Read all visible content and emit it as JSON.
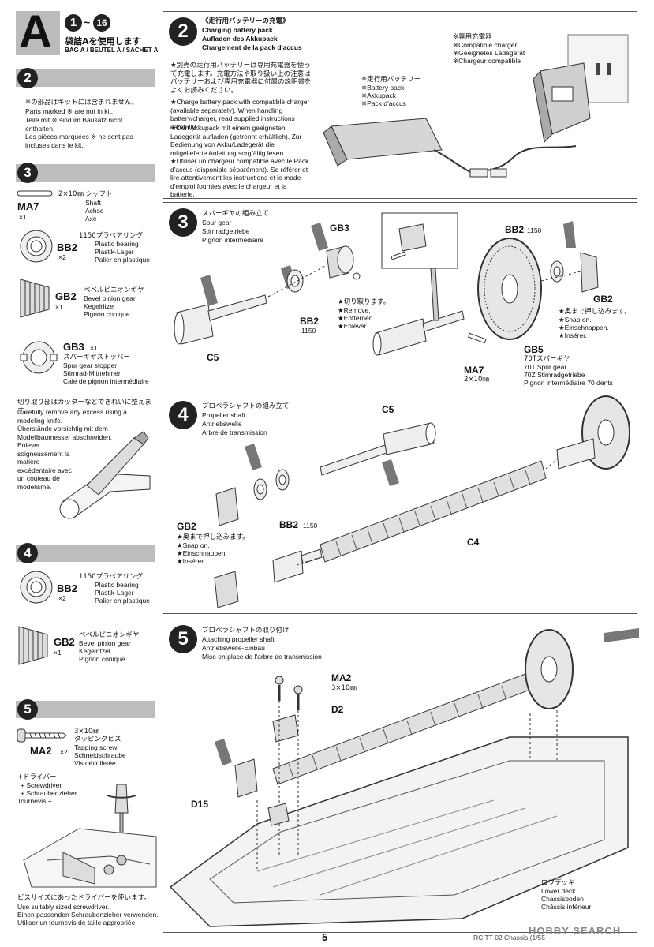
{
  "header": {
    "bag_letter": "A",
    "step_from": "1",
    "step_to": "16",
    "bag_jp": "袋詰Aを使用します",
    "bag_multi": "BAG A / BEUTEL A / SACHET A"
  },
  "left": {
    "s2": {
      "num": "2",
      "note_jp": "※の部品はキットには含まれません。",
      "note_en": "Parts marked ※ are not in kit.",
      "note_de": "Teile mit ※ sind im Bausatz nicht enthalten.",
      "note_fr": "Les pièces marquées ※ ne sont pas incluses dans le kit."
    },
    "s3": {
      "num": "3",
      "ma7": {
        "code": "MA7",
        "qty": "×1",
        "size": "2×10㎜ シャフト",
        "en": "Shaft",
        "de": "Achse",
        "fr": "Axe"
      },
      "bb2": {
        "code": "BB2",
        "qty": "×2",
        "jp": "1150プラベアリング",
        "en": "Plastic bearing",
        "de": "Plastik-Lager",
        "fr": "Palier en plastique"
      },
      "gb2": {
        "code": "GB2",
        "qty": "×1",
        "jp": "ベベルピニオンギヤ",
        "en": "Bevel pinion gear",
        "de": "Kegelritzel",
        "fr": "Pignon conique"
      },
      "gb3": {
        "code": "GB3",
        "qty": "×1",
        "jp": "スパーギヤストッパー",
        "en": "Spur gear stopper",
        "de": "Stirnrad-Mitnehmer",
        "fr": "Cale de pignon intermédiaire"
      }
    },
    "trim": {
      "jp": "切り取り部はカッターなどできれいに整えます。",
      "en": "Carefully remove any excess using a modeling knife.",
      "de": "Überstände vorsichtig mit dem Modellbaumesser abschneiden.",
      "fr": "Enlever soigneusement la matière excédentaire avec un couteau de modélisme."
    },
    "s4": {
      "num": "4",
      "bb2": {
        "code": "BB2",
        "qty": "×2",
        "jp": "1150プラベアリング",
        "en": "Plastic bearing",
        "de": "Plastik-Lager",
        "fr": "Palier en plastique"
      },
      "gb2": {
        "code": "GB2",
        "qty": "×1",
        "jp": "ベベルピニオンギヤ",
        "en": "Bevel pinion gear",
        "de": "Kegelritzel",
        "fr": "Pignon conique"
      }
    },
    "s5": {
      "num": "5",
      "ma2": {
        "code": "MA2",
        "qty": "×2",
        "size": "3×10㎜",
        "jp": "タッピングビス",
        "en": "Tapping screw",
        "de": "Schneidschraube",
        "fr": "Vis décolletée"
      },
      "driver_jp": "+ドライバー",
      "driver_en": "+ Screwdriver",
      "driver_de": "+ Schraubenzieher",
      "driver_fr": "Tournevis +"
    },
    "driver_note": {
      "jp": "ビスサイズにあったドライバーを使います。",
      "en": "Use suitably sized screwdriver.",
      "de": "Einen passenden Schraubenzieher verwenden.",
      "fr": "Utiliser un tournevis de taille appropriée."
    }
  },
  "step2": {
    "num": "2",
    "jp": "《走行用バッテリーの充電》",
    "en": "Charging battery pack",
    "de": "Aufladen des Akkupack",
    "fr": "Chargement de la pack d'accus",
    "body_jp": "★別売の走行用バッテリーは専用充電器を使って充電します。充電方法や取り扱い上の注意はバッテリーおよび専用充電器に付属の説明書をよくお読みください。",
    "body_en": "★Charge battery pack with compatible charger (available separately). When handling battery/charger, read supplied instructions carefully.",
    "body_de": "★Den Akkupack mit einem geeigneten Ladegerät aufladen (getrennt erhältlich). Zur Bedienung von Akku/Ladegerät die mitgelieferte Anleitung sorgfältig lesen.",
    "body_fr": "★Utiliser un chargeur compatible avec le Pack d'accus (disponible séparément). Se référer et lire attentivement les instructions et le mode d'emploi fournies avec le chargeur et la batterie.",
    "charger": {
      "jp": "※専用充電器",
      "en": "※Compatible charger",
      "de": "※Geeignetes Ladegerät",
      "fr": "※Chargeur compatible"
    },
    "battery": {
      "jp": "※走行用バッテリー",
      "en": "※Battery pack",
      "de": "※Akkupack",
      "fr": "※Pack d'accus"
    }
  },
  "step3": {
    "num": "3",
    "jp": "スパーギヤの組み立て",
    "en": "Spur gear",
    "de": "Stirnradgetriebe",
    "fr": "Pignon intermédiaire",
    "labels": {
      "gb3": "GB3",
      "bb2a": "BB2",
      "bb2a_sub": "1150",
      "c5": "C5",
      "bb2b": "BB2",
      "bb2b_sub": "1150",
      "gb2": "GB2",
      "gb5": "GB5",
      "ma7": "MA7",
      "ma7_sub": "2×10㎜"
    },
    "cut": {
      "jp": "★切り取ります。",
      "en": "★Remove.",
      "de": "★Entfernen.",
      "fr": "★Enlever."
    },
    "snap": {
      "jp": "★奥まで押し込みます。",
      "en": "★Snap on.",
      "de": "★Einschnappen.",
      "fr": "★Insérer."
    },
    "gb5_desc": {
      "jp": "70Tスパーギヤ",
      "en": "70T Spur gear",
      "de": "70Z Stirnradgetriebe",
      "fr": "Pignon intermédiaire 70 dents"
    }
  },
  "step4": {
    "num": "4",
    "jp": "プロペラシャフトの組み立て",
    "en": "Propeller shaft",
    "de": "Antriebswelle",
    "fr": "Arbre de transmission",
    "labels": {
      "c5": "C5",
      "gb2": "GB2",
      "bb2": "BB2",
      "bb2_sub": "1150",
      "c4": "C4"
    },
    "snap": {
      "jp": "★奥まで押し込みます。",
      "en": "★Snap on.",
      "de": "★Einschnappen.",
      "fr": "★Insérer."
    }
  },
  "step5": {
    "num": "5",
    "jp": "プロペラシャフトの取り付け",
    "en": "Attaching propeller shaft",
    "de": "Antriebswelle-Einbau",
    "fr": "Mise en place de l'arbre de transmission",
    "labels": {
      "ma2": "MA2",
      "ma2_sub": "3×10㎜",
      "d2": "D2",
      "d15": "D15"
    },
    "deck": {
      "jp": "ロワデッキ",
      "en": "Lower deck",
      "de": "Chassisboden",
      "fr": "Châssis inférieur"
    }
  },
  "footer": {
    "page": "5",
    "model": "RC TT-02 Chassis (1/55",
    "watermark": "HOBBY SEARCH"
  },
  "colors": {
    "accent": "#222222",
    "bar": "#bdbdbd",
    "arrow": "#555555"
  }
}
